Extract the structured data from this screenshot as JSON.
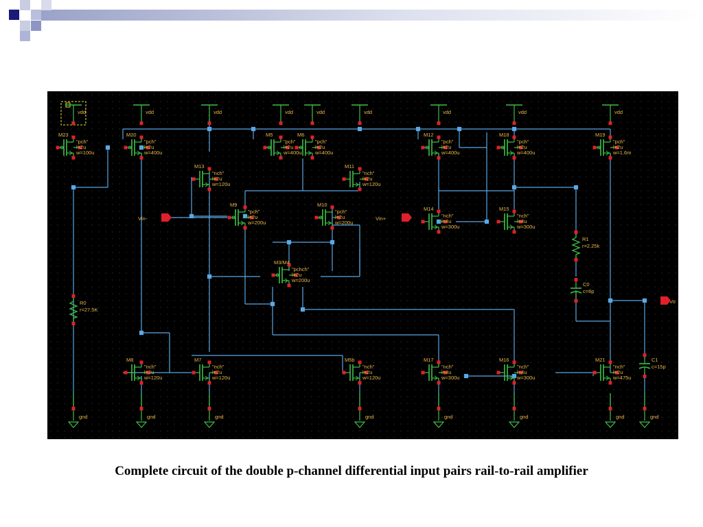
{
  "slide": {
    "caption": "Complete circuit of the double p-channel differential input pairs rail-to-rail amplifier"
  },
  "colors": {
    "background": "#000000",
    "wire": "#5aa8e6",
    "device": "#3ec04a",
    "pin": "#e0202a",
    "label": "#e8b84a",
    "accent": "#1a1a7a"
  },
  "schematic": {
    "rails": {
      "vdd": "vdd",
      "gnd": "gnd"
    },
    "pins": {
      "vin_minus": "Vin-",
      "vin_plus": "Vin+",
      "vout": "Vo"
    },
    "transistors": [
      {
        "id": "M23",
        "model": "\"pch\"",
        "l": "l=2u",
        "w": "w=100u"
      },
      {
        "id": "M20",
        "model": "\"pch\"",
        "l": "l=2u",
        "w": "w=400u"
      },
      {
        "id": "M5",
        "model": "\"pch\"",
        "l": "l=2u",
        "w": "w=400u"
      },
      {
        "id": "M6",
        "model": "\"pch\"",
        "l": "l=2u",
        "w": "w=400u"
      },
      {
        "id": "M12",
        "model": "\"pch\"",
        "l": "l=2u",
        "w": "w=400u"
      },
      {
        "id": "M18",
        "model": "\"pch\"",
        "l": "l=2u",
        "w": "w=400u"
      },
      {
        "id": "M19",
        "model": "\"pch\"",
        "l": "l=2u",
        "w": "w=1.6m"
      },
      {
        "id": "M13",
        "model": "\"nch\"",
        "l": "l=2u",
        "w": "w=120u"
      },
      {
        "id": "M11",
        "model": "\"nch\"",
        "l": "l=2u",
        "w": "w=120u"
      },
      {
        "id": "M9",
        "model": "\"pch\"",
        "l": "l=2u",
        "w": "w=200u"
      },
      {
        "id": "M10",
        "model": "\"pch\"",
        "l": "l=2u",
        "w": "w=200u"
      },
      {
        "id": "M14",
        "model": "\"nch\"",
        "l": "l=4u",
        "w": "w=300u"
      },
      {
        "id": "M15",
        "model": "\"nch\"",
        "l": "l=4u",
        "w": "w=300u"
      },
      {
        "id": "M3/M4",
        "model": "\"pchch\"",
        "l": "l=2u",
        "w": "w=200u"
      },
      {
        "id": "M8",
        "model": "\"nch\"",
        "l": "l=2u",
        "w": "w=120u"
      },
      {
        "id": "M7",
        "model": "\"nch\"",
        "l": "l=2u",
        "w": "w=120u"
      },
      {
        "id": "M5b",
        "model": "\"nch\"",
        "l": "l=2u",
        "w": "w=120u"
      },
      {
        "id": "M17",
        "model": "\"nch\"",
        "l": "l=4u",
        "w": "w=300u"
      },
      {
        "id": "M16",
        "model": "\"nch\"",
        "l": "l=4u",
        "w": "w=300u"
      },
      {
        "id": "M21",
        "model": "\"nch\"",
        "l": "l=2u",
        "w": "w=475u"
      }
    ],
    "resistors": [
      {
        "id": "R0",
        "value": "r=27.5K"
      },
      {
        "id": "R1",
        "value": "r=2.25k"
      }
    ],
    "capacitors": [
      {
        "id": "C0",
        "value": "c=6p"
      },
      {
        "id": "C1",
        "value": "c=15p"
      }
    ]
  }
}
